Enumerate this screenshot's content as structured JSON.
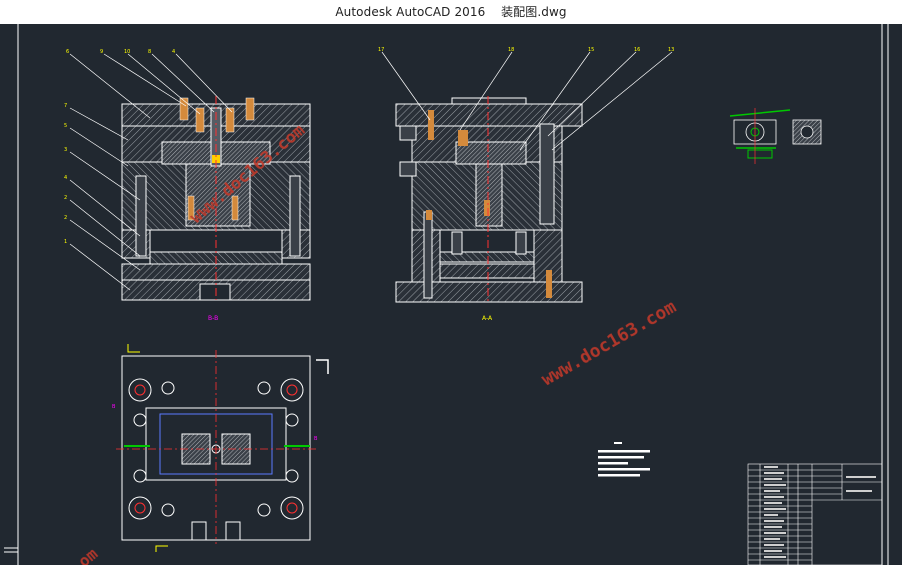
{
  "window": {
    "app_title": "Autodesk AutoCAD 2016",
    "file_name": "装配图.dwg"
  },
  "drawing": {
    "section_label_bb": "B-B",
    "section_label_aa": "A-A",
    "watermark": "www.doc163.com",
    "watermark_corner": "om"
  },
  "colors": {
    "background": "#212830",
    "outline": "#ffffff",
    "centerline": "#ff3030",
    "dimension": "#ffff00",
    "section_mark": "#ff00ff",
    "cooling": "#00c800",
    "watermark": "#c0392b"
  }
}
